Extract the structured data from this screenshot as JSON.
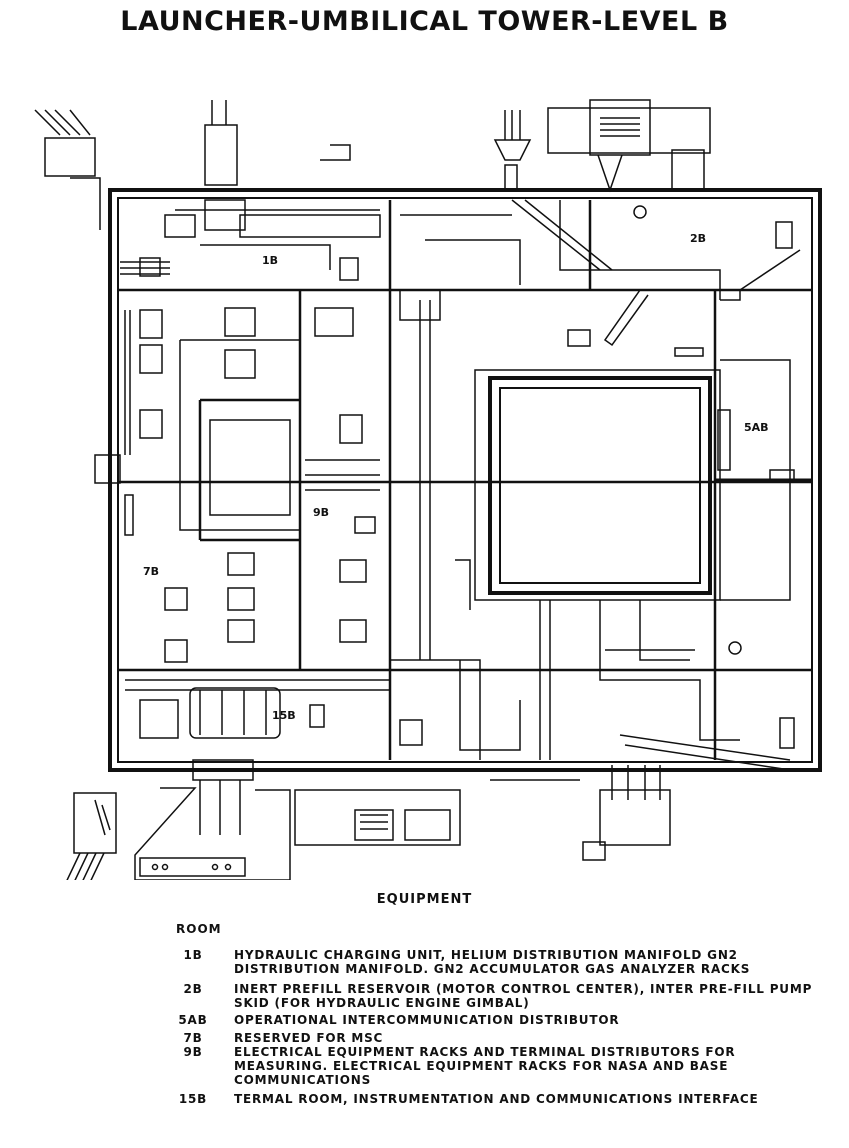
{
  "title": "LAUNCHER-UMBILICAL TOWER-LEVEL B",
  "rooms": {
    "r1b": "1B",
    "r2b": "2B",
    "r5ab": "5AB",
    "r7b": "7B",
    "r9b": "9B",
    "r15b": "15B"
  },
  "legend": {
    "heading": "EQUIPMENT",
    "room_column": "ROOM",
    "entries": [
      {
        "room": "1B",
        "description": "HYDRAULIC CHARGING UNIT, HELIUM DISTRIBUTION MANIFOLD GN2 DISTRIBUTION MANIFOLD. GN2 ACCUMULATOR GAS ANALYZER RACKS"
      },
      {
        "room": "2B",
        "description": "INERT PREFILL RESERVOIR (MOTOR CONTROL CENTER), INTER PRE-FILL PUMP SKID (FOR HYDRAULIC ENGINE GIMBAL)"
      },
      {
        "room": "5AB",
        "description": "OPERATIONAL INTERCOMMUNICATION DISTRIBUTOR"
      },
      {
        "room": "7B",
        "description": "RESERVED FOR MSC"
      },
      {
        "room": "9B",
        "description": "ELECTRICAL EQUIPMENT RACKS AND TERMINAL DISTRIBUTORS FOR MEASURING. ELECTRICAL EQUIPMENT RACKS FOR NASA AND BASE COMMUNICATIONS"
      },
      {
        "room": "15B",
        "description": "TERMAL ROOM, INSTRUMENTATION AND COMMUNICATIONS INTERFACE"
      }
    ]
  }
}
